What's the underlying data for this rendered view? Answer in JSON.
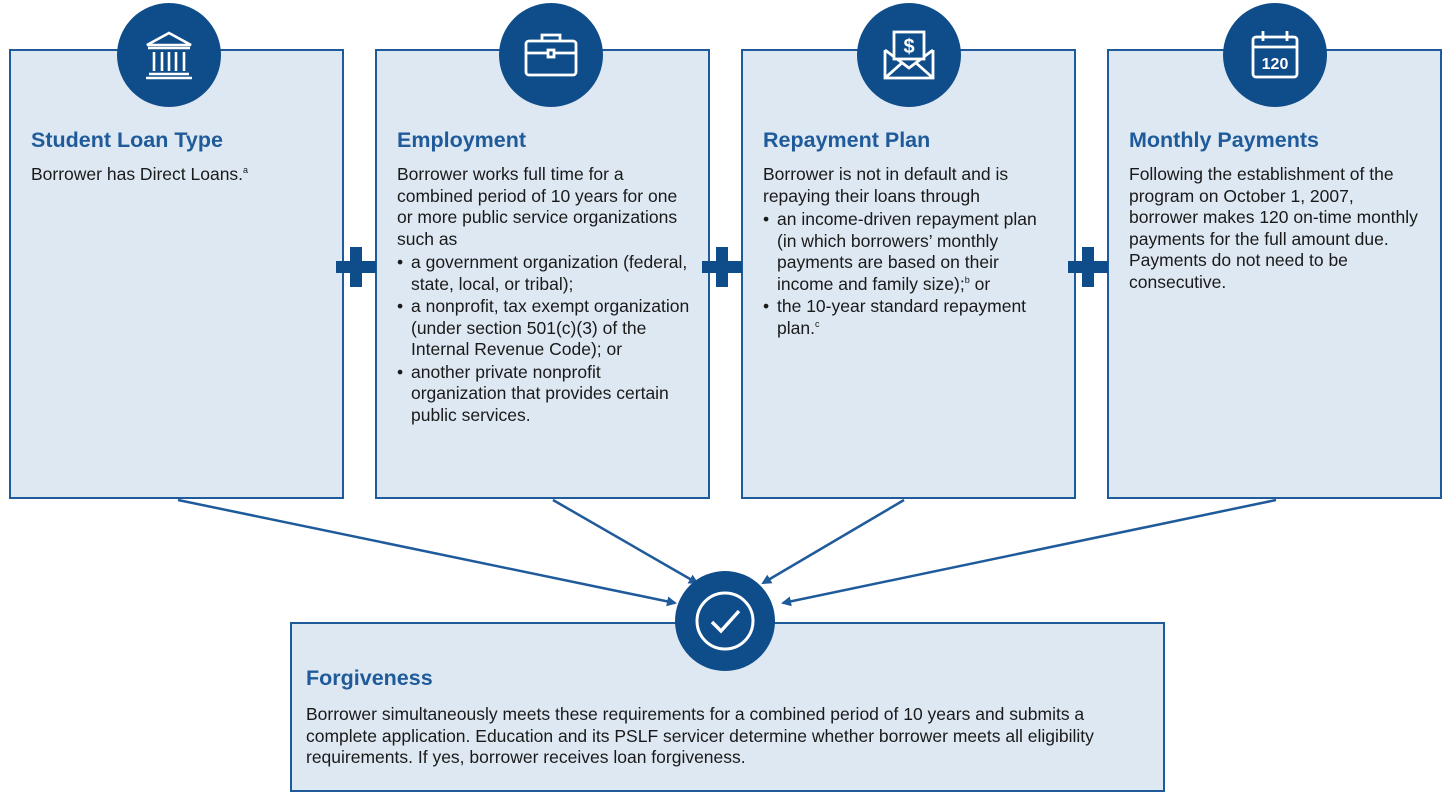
{
  "panels": [
    {
      "icon": "bank-building-icon",
      "title": "Student Loan Type",
      "intro": "Borrower has Direct Loans.",
      "intro_sup": "a",
      "bullets": []
    },
    {
      "icon": "briefcase-icon",
      "title": "Employment",
      "intro": "Borrower works full time for a combined period of 10 years for one or more public service organizations such as",
      "bullets": [
        "a government organization (federal, state, local, or tribal);",
        "a nonprofit, tax exempt organization (under section 501(c)(3) of the Internal Revenue Code); or",
        "another private nonprofit organization that provides certain public services."
      ]
    },
    {
      "icon": "envelope-dollar-icon",
      "icon_text": "$",
      "title": "Repayment Plan",
      "intro": "Borrower is not in default and is repaying their loans through",
      "bullets": [
        {
          "text": "an income-driven repayment plan (in which borrowers’ monthly payments are based on their income and family size);",
          "sup": "b",
          "tail": " or"
        },
        {
          "text": "the 10-year standard repayment plan.",
          "sup": "c",
          "tail": ""
        }
      ]
    },
    {
      "icon": "calendar-icon",
      "icon_text": "120",
      "title": "Monthly Payments",
      "intro": "Following the establishment of the program on October 1, 2007, borrower makes 120 on-time monthly payments for the full amount due. Payments do not need to be consecutive.",
      "bullets": []
    }
  ],
  "forgiveness": {
    "icon": "checkmark-icon",
    "title": "Forgiveness",
    "text": "Borrower simultaneously meets these requirements for a combined period of 10 years and submits a complete application. Education and its PSLF servicer determine whether borrower meets all eligibility requirements. If yes, borrower receives loan forgiveness."
  },
  "colors": {
    "accent": "#0f4c8a",
    "panel_bg": "#dde8f2",
    "border": "#1f5b9a"
  }
}
